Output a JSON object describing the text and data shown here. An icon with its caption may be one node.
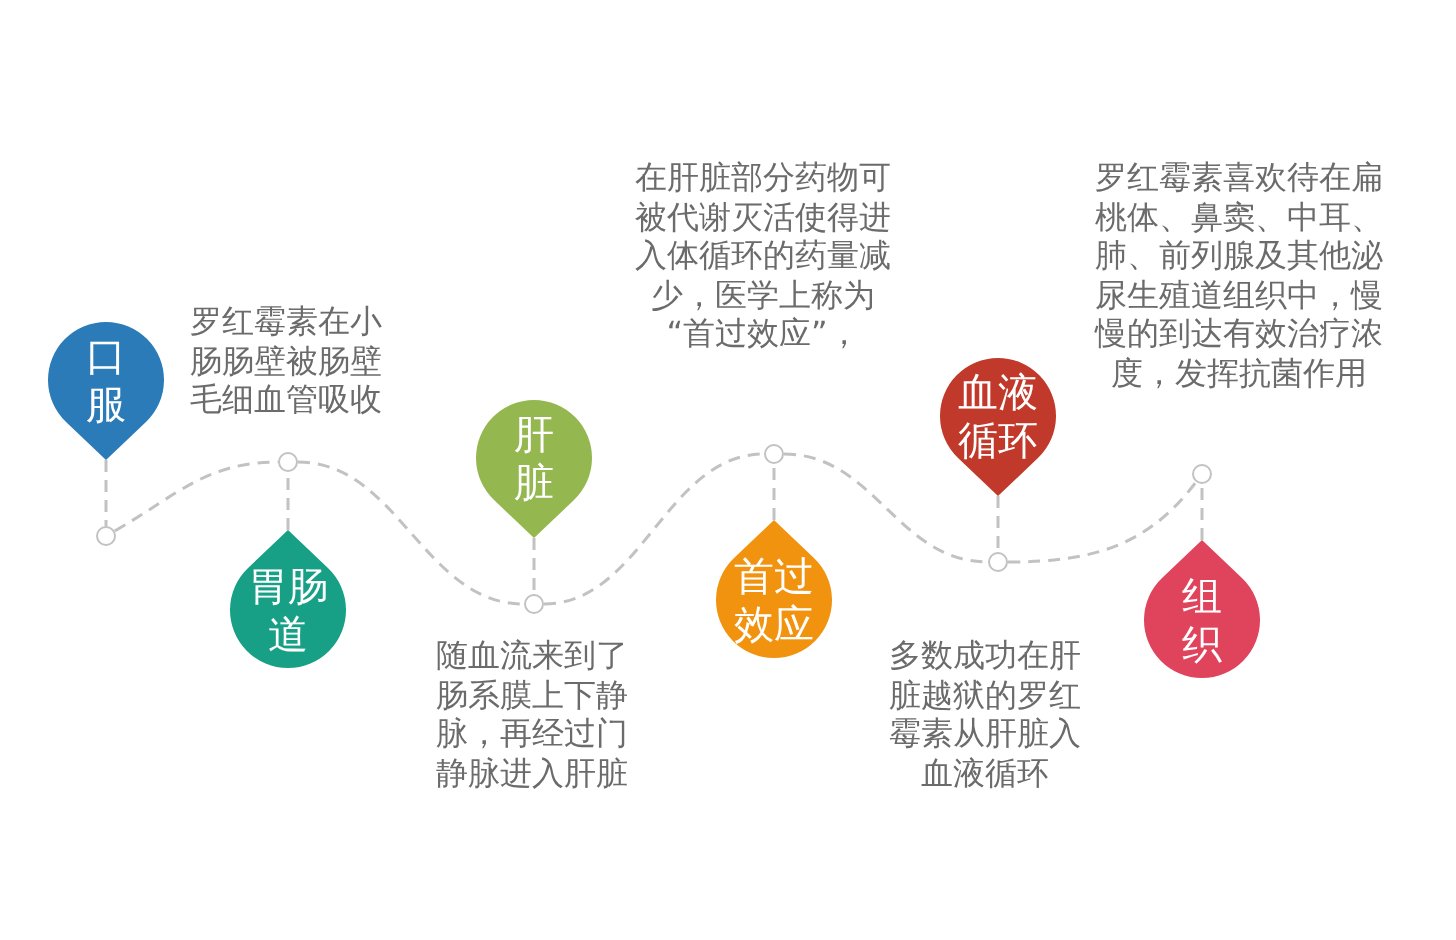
{
  "diagram": {
    "nodes": [
      {
        "text": [
          "口服"
        ]
      },
      {
        "text": [],
        "shape": "circle"
      },
      {
        "text": [
          "胃肠道"
        ]
      },
      {
        "text": [],
        "shape": "circle"
      },
      {
        "text": [
          "肝脏"
        ]
      },
      {
        "text": [],
        "shape": "circle"
      },
      {
        "text": [
          "首过效应"
        ]
      },
      {
        "text": [],
        "shape": "circle"
      },
      {
        "text": [
          "血液循环"
        ]
      },
      {
        "text": [],
        "shape": "circle"
      },
      {
        "text": [
          "组织"
        ]
      },
      {
        "text": [],
        "shape": "circle"
      }
    ],
    "edges": [
      {
        "from": 0,
        "to": 1,
        "arrow": "none",
        "style": "dashed"
      },
      {
        "from": 1,
        "to": 3,
        "arrow": "none",
        "style": "dashed"
      },
      {
        "from": 2,
        "to": 3,
        "arrow": "none",
        "style": "dashed"
      },
      {
        "from": 3,
        "to": 5,
        "arrow": "none",
        "style": "dashed"
      },
      {
        "from": 4,
        "to": 5,
        "arrow": "none",
        "style": "dashed"
      },
      {
        "from": 5,
        "to": 7,
        "arrow": "none",
        "style": "dashed"
      },
      {
        "from": 6,
        "to": 7,
        "arrow": "none",
        "style": "dashed"
      },
      {
        "from": 7,
        "to": 9,
        "arrow": "none",
        "style": "dashed"
      },
      {
        "from": 8,
        "to": 9,
        "arrow": "none",
        "style": "dashed"
      },
      {
        "from": 9,
        "to": 11,
        "arrow": "none",
        "style": "dashed"
      },
      {
        "from": 10,
        "to": 11,
        "arrow": "none",
        "style": "dashed"
      }
    ],
    "labels": [
      "罗红霉素在小肠肠壁被肠壁毛细血管吸收",
      "随血流来到了肠系膜上下静脉，再经过门静脉进入肝脏",
      "在肝脏部分药物可被代谢灭活使得进入体循环的药量减少，医学上称为“首过效应”，",
      "多数成功在肝脏越狱的罗红霉素从肝脏入血液循环",
      "罗红霉素喜欢待在扁桃体、鼻窦、中耳、肺、前列腺及其他泌尿生殖道组织中，慢慢的到达有效治疗浓度，发挥抗菌作用"
    ]
  }
}
